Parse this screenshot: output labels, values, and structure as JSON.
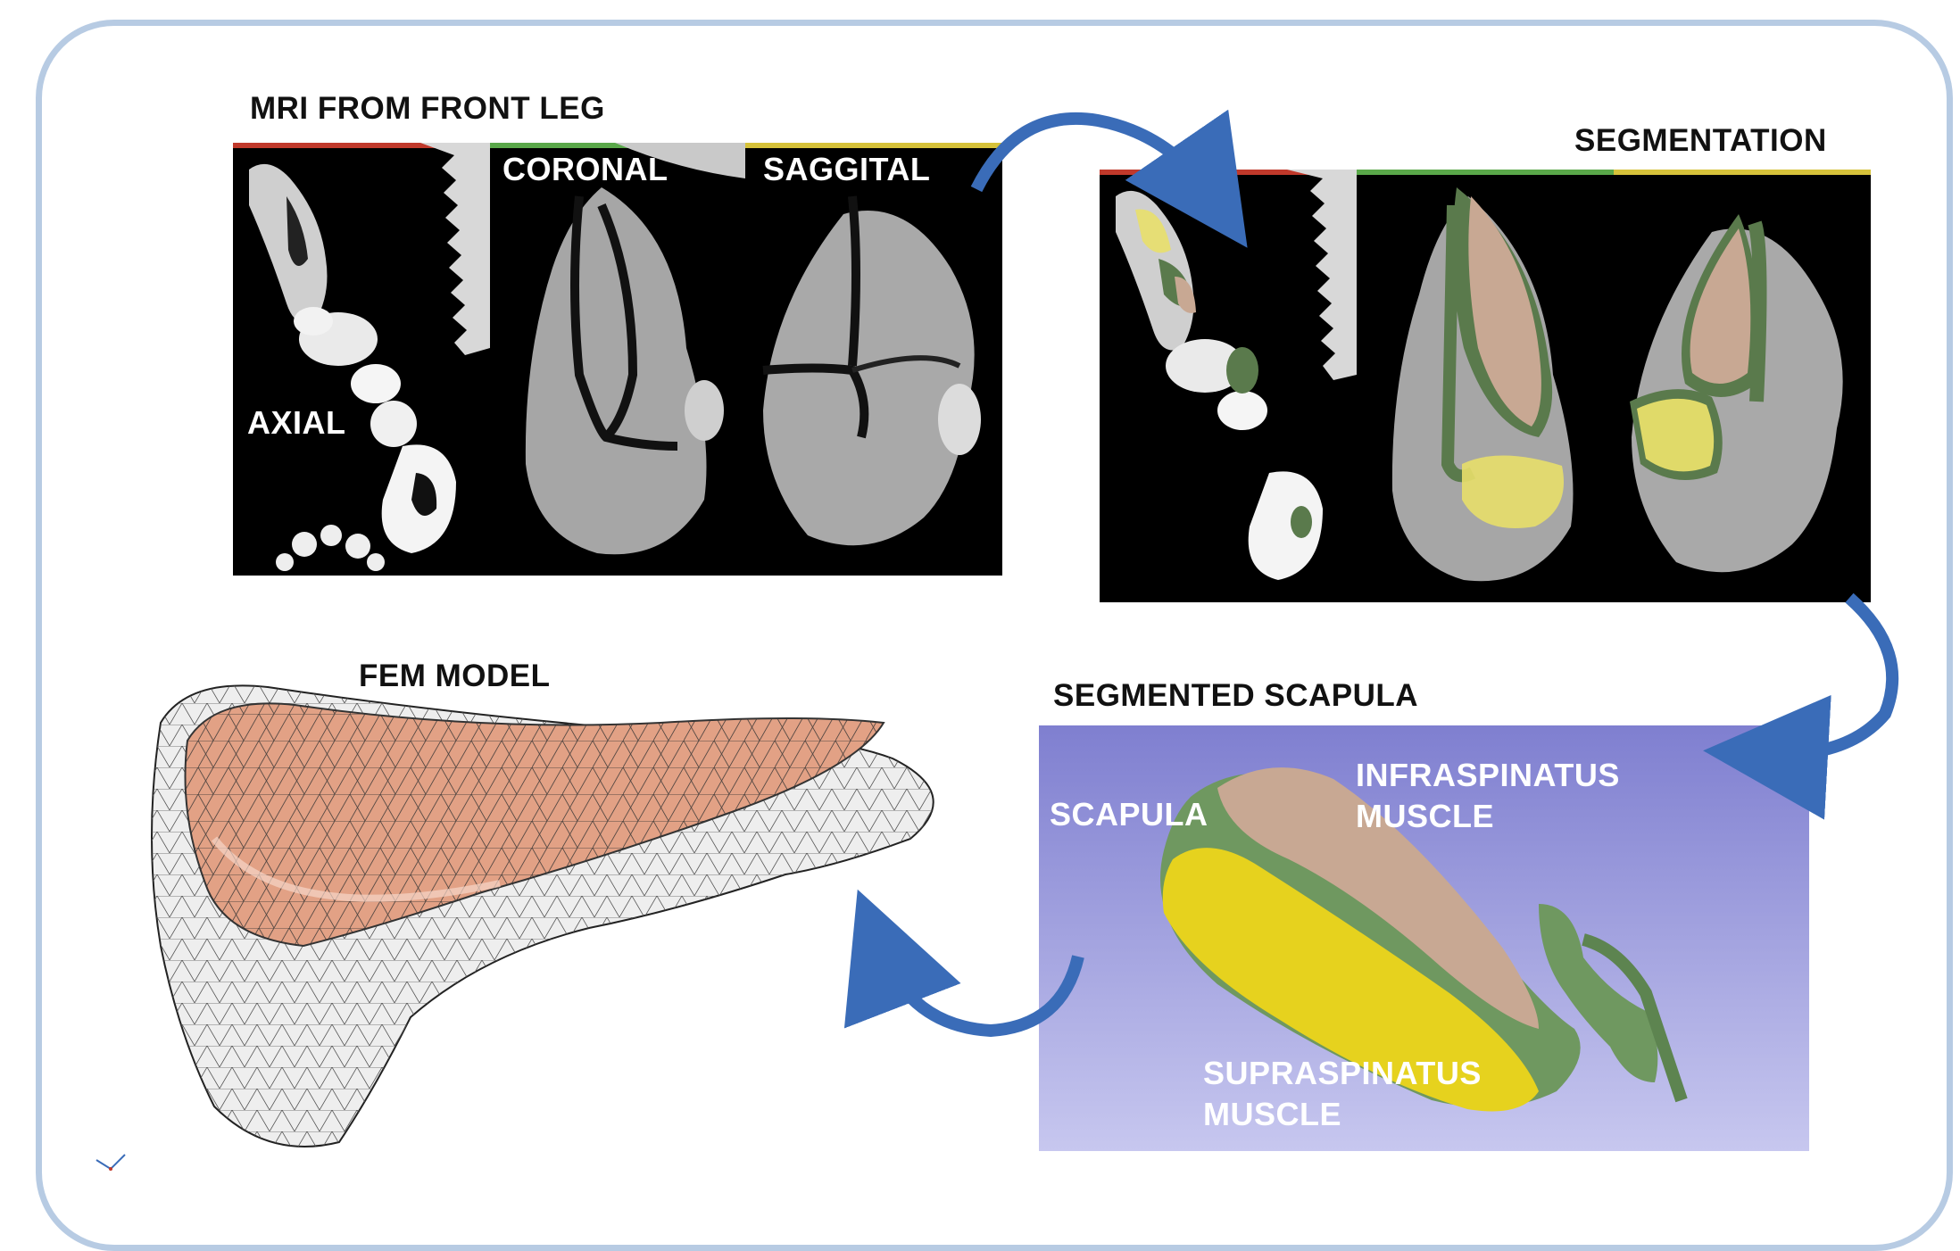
{
  "labels": {
    "mri_title": "MRI FROM FRONT LEG",
    "coronal": "CORONAL",
    "saggital": "SAGGITAL",
    "axial": "AXIAL",
    "segmentation_title": "SEGMENTATION",
    "fem_title": "FEM MODEL",
    "segmented_scapula_title": "SEGMENTED SCAPULA",
    "scapula": "SCAPULA",
    "infraspinatus_1": "INFRASPINATUS",
    "infraspinatus_2": "MUSCLE",
    "supraspinatus_1": "SUPRASPINATUS",
    "supraspinatus_2": "MUSCLE"
  },
  "colors": {
    "frame_border": "#b7cbe3",
    "arrow": "#3a6cb8",
    "bar_red": "#c0392b",
    "bar_green": "#5aa84a",
    "bar_yellow": "#d6c23a",
    "seg_yellow": "#e8df6a",
    "seg_green": "#5a7a4c",
    "seg_tan": "#c8a893",
    "mesh_orange": "#e2a185",
    "mesh_grey": "#e8e8e8"
  },
  "icons": {
    "arrows": "curved-arrow-icon",
    "axes": "axes-triad-icon"
  }
}
